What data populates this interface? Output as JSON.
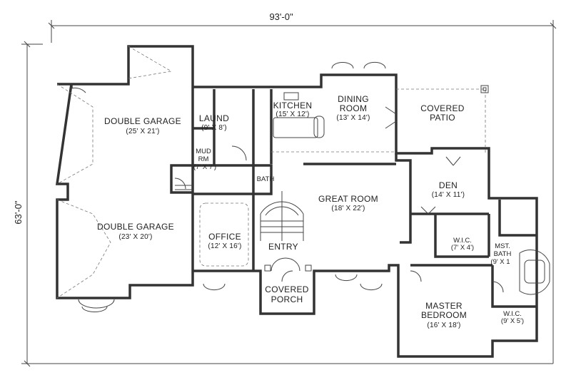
{
  "plan": {
    "overall_width": "93'-0\"",
    "overall_depth": "63'-0\"",
    "rooms": {
      "garage1": {
        "name": "DOUBLE GARAGE",
        "size": "(25' X 21')"
      },
      "garage2": {
        "name": "DOUBLE GARAGE",
        "size": "(23' X 20')"
      },
      "laundry": {
        "name": "LAUND",
        "size": "(9' X 8')"
      },
      "mud": {
        "name_line1": "MUD",
        "name_line2": "RM",
        "size": "(7' X 7')"
      },
      "kitchen": {
        "name": "KITCHEN",
        "size": "(15' X 12')"
      },
      "dining": {
        "name_line1": "DINING",
        "name_line2": "ROOM",
        "size": "(13' X 14')"
      },
      "covered_patio": {
        "name_line1": "COVERED",
        "name_line2": "PATIO"
      },
      "bath": {
        "name": "BATH"
      },
      "great_room": {
        "name": "GREAT ROOM",
        "size": "(18' X 22')"
      },
      "den": {
        "name": "DEN",
        "size": "(14' X 11')"
      },
      "office": {
        "name": "OFFICE",
        "size": "(12' X 16')"
      },
      "entry": {
        "name": "ENTRY"
      },
      "covered_porch": {
        "name_line1": "COVERED",
        "name_line2": "PORCH"
      },
      "wic1": {
        "name": "W.I.C.",
        "size": "(7' X 4')"
      },
      "mst_bath": {
        "name_line1": "MST.",
        "name_line2": "BATH",
        "size": "(9' X 1"
      },
      "master_bedroom": {
        "name_line1": "MASTER",
        "name_line2": "BEDROOM",
        "size": "(16' X 18')"
      },
      "wic2": {
        "name": "W.I.C.",
        "size": "(9' X 5')"
      }
    }
  }
}
